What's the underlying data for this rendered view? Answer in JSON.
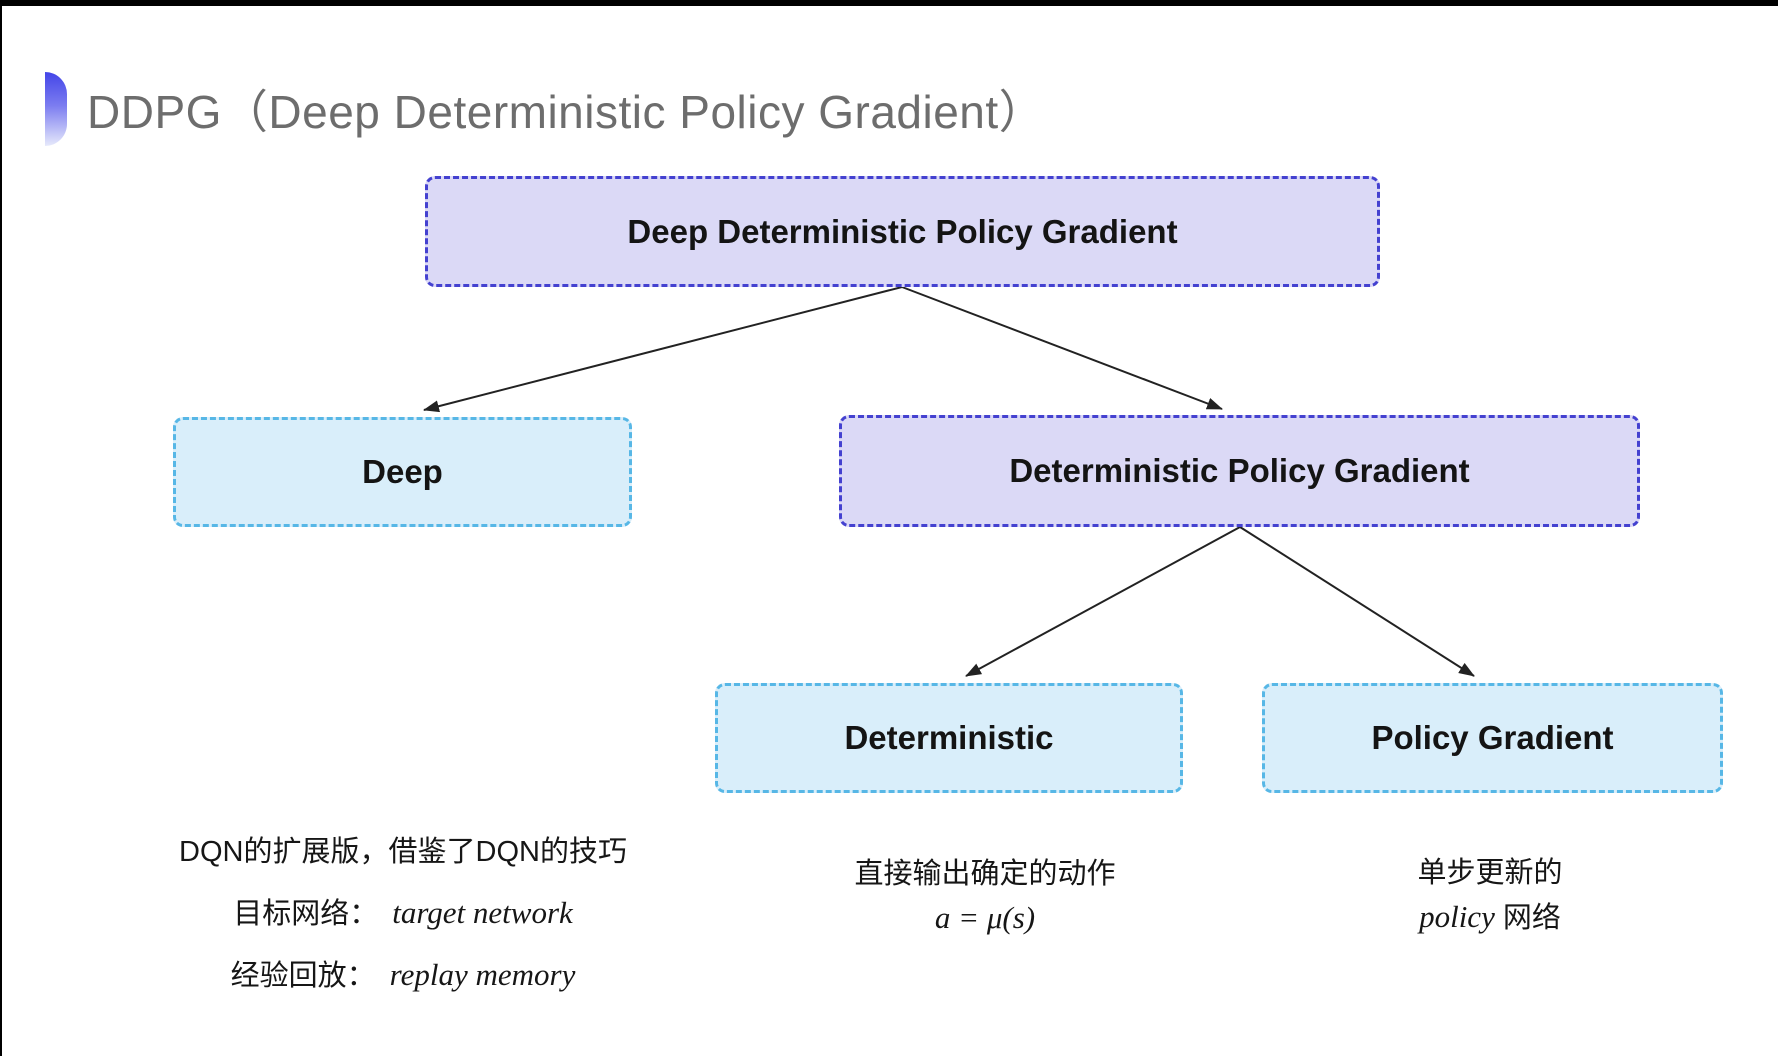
{
  "header": {
    "title": "DDPG（Deep Deterministic Policy Gradient）"
  },
  "colors": {
    "title_text": "#6d6d6d",
    "bullet_gradient_top": "#4345e8",
    "bullet_gradient_bottom": "#e6e9fb",
    "purple_node_fill": "#dbd9f6",
    "purple_node_border": "#4441d0",
    "blue_node_fill": "#d9eefa",
    "blue_node_border": "#57b7e6",
    "node_text": "#141414",
    "arrow": "#222222",
    "note_text": "#161616",
    "screen_edge": "#000000"
  },
  "diagram": {
    "nodes": {
      "root": {
        "label": "Deep Deterministic Policy Gradient"
      },
      "deep": {
        "label": "Deep"
      },
      "dpg": {
        "label": "Deterministic Policy Gradient"
      },
      "deterministic": {
        "label": "Deterministic"
      },
      "policy_gradient": {
        "label": "Policy Gradient"
      }
    },
    "edges": [
      {
        "from": "root",
        "to": "deep"
      },
      {
        "from": "root",
        "to": "dpg"
      },
      {
        "from": "dpg",
        "to": "deterministic"
      },
      {
        "from": "dpg",
        "to": "policy_gradient"
      }
    ]
  },
  "notes": {
    "left": {
      "line1": "DQN的扩展版，借鉴了DQN的技巧",
      "line2_zh": "目标网络：",
      "line2_en": "target network",
      "line3_zh": "经验回放：",
      "line3_en": "replay memory"
    },
    "middle": {
      "line1": "直接输出确定的动作",
      "line2": "a = μ(s)"
    },
    "right": {
      "line1": "单步更新的",
      "line2_en": "policy",
      "line2_zh": " 网络"
    }
  }
}
